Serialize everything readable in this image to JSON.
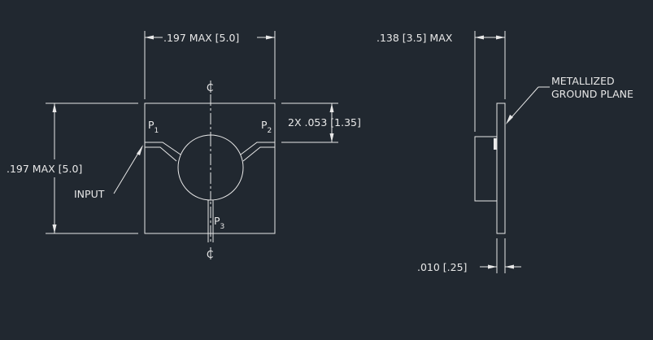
{
  "colors": {
    "background": "#212830",
    "lines": "#e8e8e8"
  },
  "labels": {
    "top_width": ".197 MAX [5.0]",
    "left_height": ".197 MAX [5.0]",
    "port_offset": "2X .053 [1.35]",
    "side_thickness": ".138 [3.5] MAX",
    "bottom_thickness": ".010 [.25]",
    "ground_plane_1": "METALLIZED",
    "ground_plane_2": "GROUND PLANE",
    "input": "INPUT",
    "centerline": "C",
    "port1_letter": "P",
    "port1_num": "1",
    "port2_letter": "P",
    "port2_num": "2",
    "port3_letter": "P",
    "port3_num": "3"
  }
}
